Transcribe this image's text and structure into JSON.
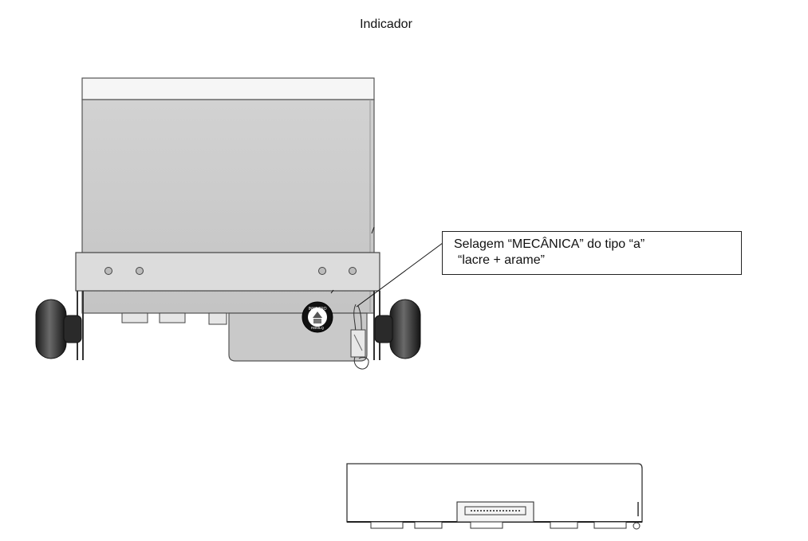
{
  "title": "Indicador",
  "callout": {
    "line1": "Selagem “MECÂNICA” do tipo “a”",
    "line2": "“lacre + arame”"
  },
  "seal": {
    "top_text": "INMETRO",
    "bottom_text": "RBMLQ"
  }
}
